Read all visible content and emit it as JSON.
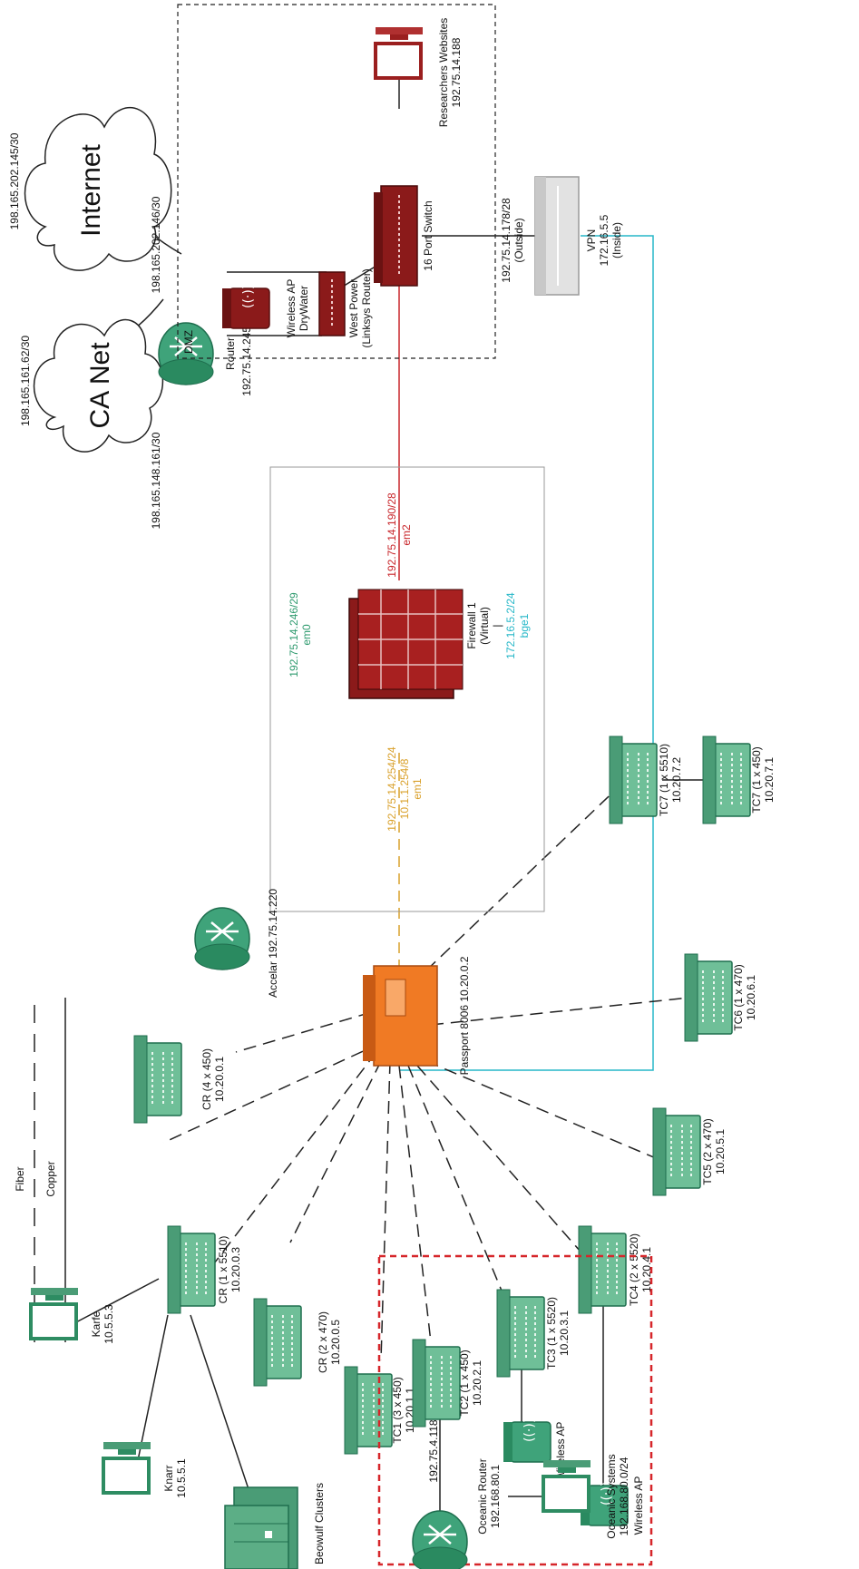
{
  "legend": {
    "fiber": "Fiber",
    "copper": "Copper"
  },
  "colors": {
    "green": "#3fa37a",
    "green_dark": "#1f6e4e",
    "dmz_red": "#8b1a1a",
    "em0": "#2e9a6e",
    "em1": "#d9a02a",
    "em2": "#c8252a",
    "bge1": "#26b7c8",
    "passport": "#f07a24",
    "oceanic_box": "#d6262a"
  },
  "clouds": {
    "ca_net": {
      "name": "CA Net",
      "ip": "198.165.161.62/30"
    },
    "internet": {
      "name": "Internet",
      "ip": "198.165.202.145/30"
    }
  },
  "router": {
    "name": "Router",
    "ip": "192.75.14.245/30",
    "ca_link": "198.165.148.161/30",
    "internet_link": "198.165.202.146/30"
  },
  "firewall": {
    "label1": "Firewall 1",
    "label2": "(Virtual)",
    "em0_ip": "192.75.14.246/29",
    "em0": "em0",
    "em1_ip1": "192.75.14.254/24",
    "em1_ip2": "10.1.1.254/8",
    "em1": "em1",
    "em2_ip": "192.75.14.190/28",
    "em2": "em2",
    "bge1_ip": "172.16.5.2/24",
    "bge1": "bge1"
  },
  "dmz": {
    "title": "DMZ",
    "switch": "16 Port Switch",
    "researchers_1": "Researchers Websites",
    "researchers_2": "192.75.14.188",
    "west_power_1": "West Power",
    "west_power_2": "(Linksys Router)",
    "wap_1": "Wireless AP",
    "wap_2": "DryWater"
  },
  "vpn": {
    "outside_ip": "192.75.14.178/28",
    "outside": "(Outside)",
    "name": "VPN",
    "inside_ip": "172.16.5.5",
    "inside": "(Inside)"
  },
  "accelar": {
    "label": "Accelar 192.75.14.220"
  },
  "passport": {
    "label": "Passport 8006 10.20.0.2"
  },
  "switches": [
    {
      "name": "CR (4 x 450)",
      "ip": "10.20.0.1"
    },
    {
      "name": "CR (1 x 5510)",
      "ip": "10.20.0.3"
    },
    {
      "name": "CR (2 x 470)",
      "ip": "10.20.0.5"
    },
    {
      "name": "TC1 (3 x 450)",
      "ip": "10.20.1.1"
    },
    {
      "name": "TC2 (1 x 450)",
      "ip": "10.20.2.1"
    },
    {
      "name": "TC3 (1 x 5520)",
      "ip": "10.20.3.1"
    },
    {
      "name": "TC4 (2 x 5520)",
      "ip": "10.20.4.1"
    },
    {
      "name": "TC5   (2 x 470)",
      "ip": "10.20.5.1"
    },
    {
      "name": "TC6 (1 x 470)",
      "ip": "10.20.6.1"
    },
    {
      "name": "TC7 (1 x 5510)",
      "ip": "10.20.7.2"
    },
    {
      "name": "TC7 (1 x 450)",
      "ip": "10.20.7.1"
    }
  ],
  "wireless_ap_1": "Wireless AP",
  "wireless_ap_2": "Wireless AP",
  "karfe": {
    "name": "Karfe",
    "ip": "10.5.5.3"
  },
  "knarr": {
    "name": "Knarr",
    "ip": "10.5.5.1"
  },
  "beowulf": "Beowulf Clusters",
  "tc2_oceanic_link": "192.75.4.118",
  "oceanic_router": {
    "name": "Oceanic Router",
    "ip": "192.168.80.1"
  },
  "oceanic_systems": {
    "name": "Oceanic Systems",
    "ip": "192.168.80.0/24"
  }
}
